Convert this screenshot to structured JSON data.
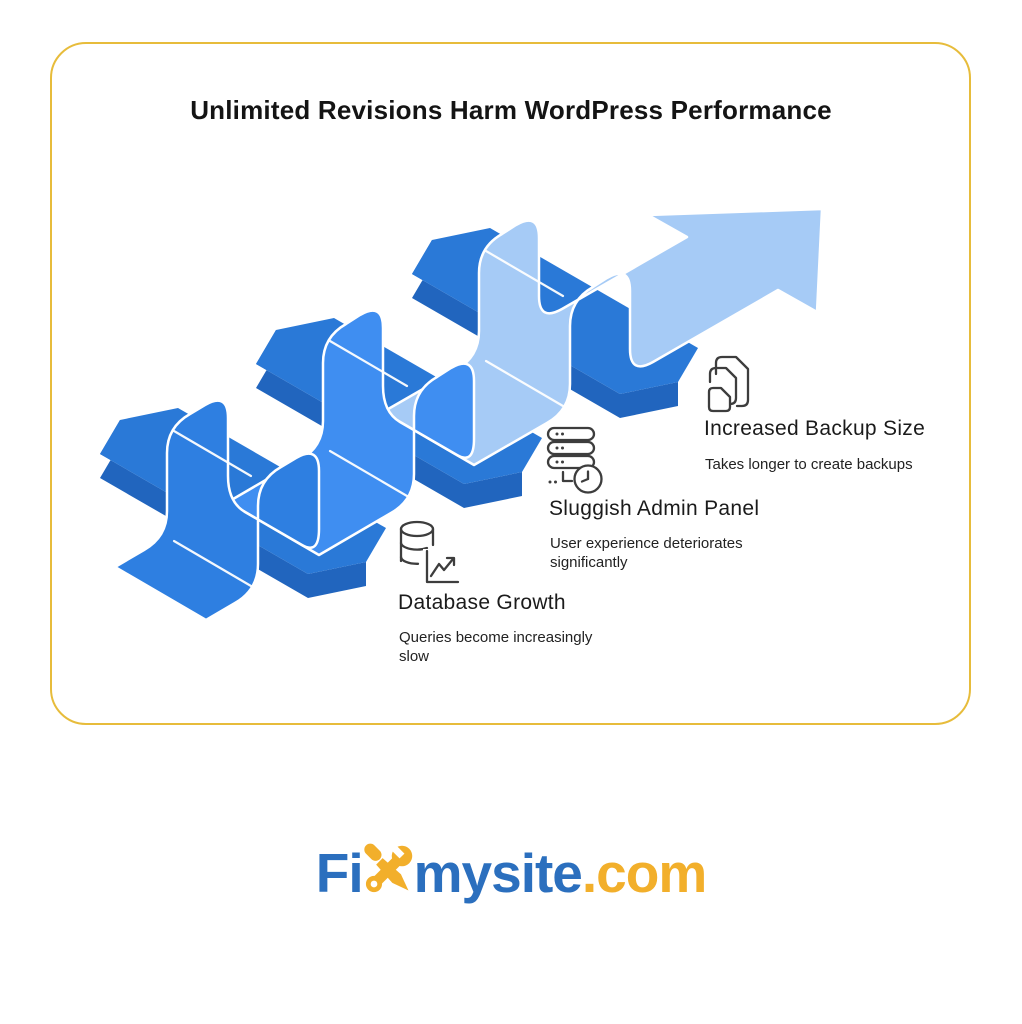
{
  "title": "Unlimited Revisions Harm WordPress Performance",
  "stages": [
    {
      "icon": "database-growth-icon",
      "title": "Database Growth",
      "subtitle": "Queries become increasingly slow"
    },
    {
      "icon": "server-clock-icon",
      "title": "Sluggish Admin Panel",
      "subtitle": "User experience deteriorates significantly"
    },
    {
      "icon": "stacked-files-icon",
      "title": "Increased Backup Size",
      "subtitle": "Takes longer to create backups"
    }
  ],
  "diagram": {
    "type": "ascending-weave-ribbon-arrow",
    "direction": "up-right",
    "colors": {
      "segment1": "#2E7FE1",
      "segment2": "#3F8EF1",
      "segment3": "#A6CBF6",
      "bar_top": "#2A79D7",
      "bar_side": "#2165BE",
      "outline": "#ffffff"
    }
  },
  "card": {
    "border_color": "#E7BC3B",
    "background": "#ffffff"
  },
  "logo": {
    "prefix": "Fi",
    "x_icon": "wrench-screwdriver-x-icon",
    "middle": "mysite",
    "suffix": ".com",
    "blue": "#2B6FBE",
    "yellow": "#F2AF2B"
  }
}
